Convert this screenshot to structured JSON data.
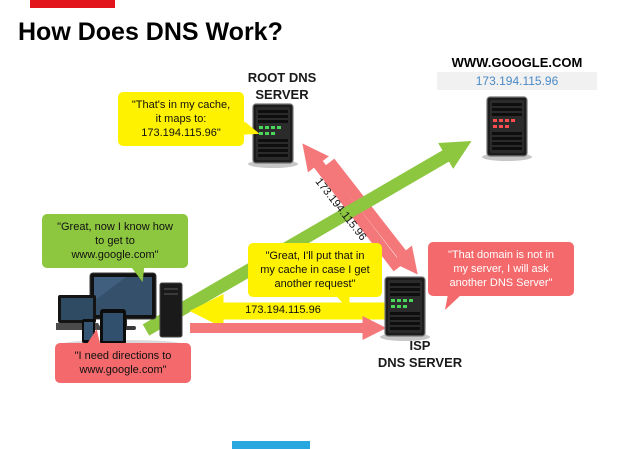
{
  "title": "How Does DNS Work?",
  "servers": {
    "root": {
      "label_line1": "ROOT DNS",
      "label_line2": "SERVER"
    },
    "isp": {
      "label_line1": "ISP",
      "label_line2": "DNS SERVER"
    },
    "google": {
      "domain": "WWW.GOOGLE.COM",
      "ip": "173.194.115.96"
    }
  },
  "bubbles": {
    "root_cache": {
      "lines": [
        "\"That's in my cache,",
        "it maps to:",
        "173.194.115.96\""
      ]
    },
    "client_knows": {
      "lines": [
        "\"Great, now I know how",
        "to get to",
        "www.google.com\""
      ]
    },
    "isp_cache": {
      "lines": [
        "\"Great, I'll put that in",
        "my cache in case I get",
        "another request\""
      ]
    },
    "isp_ask": {
      "lines": [
        "\"That domain is not in",
        "my server, I will ask",
        "another DNS Server\""
      ]
    },
    "client_ask": {
      "lines": [
        "\"I need directions to",
        "www.google.com\""
      ]
    }
  },
  "arrows": {
    "diagonal_ip_label": "173.194.115.96",
    "horizontal_ip_label": "173.194.115.96",
    "green_color": "#8DC63F",
    "yellow_color": "#FFF200",
    "pink_color": "#F4787A"
  },
  "accent_colors": {
    "top_bar": "#e1151b",
    "bottom_bar": "#29a8e0",
    "google_ip_blue": "#4a89c7"
  }
}
